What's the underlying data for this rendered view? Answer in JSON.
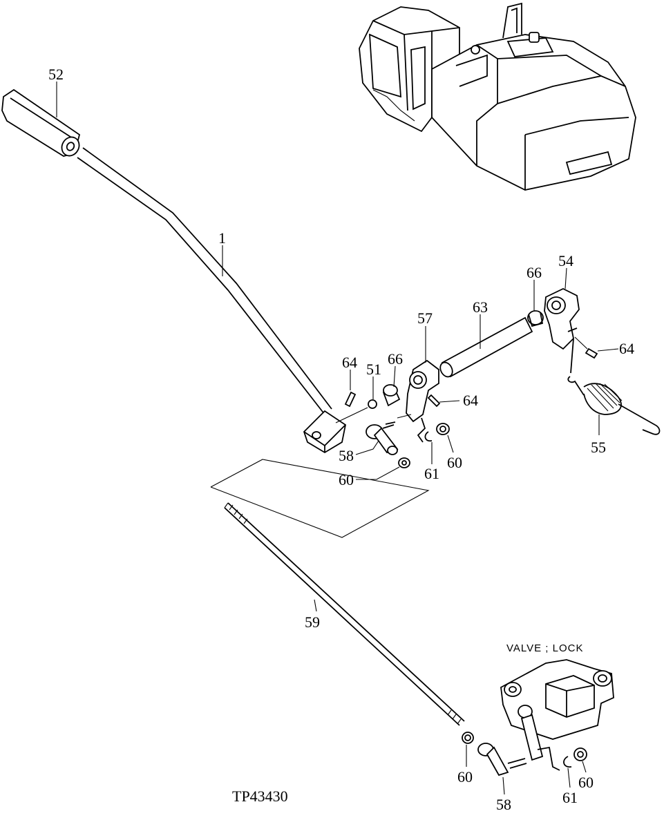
{
  "caption": "VALVE ; LOCK",
  "drawing_code": "TP43430",
  "callouts": {
    "c52": "52",
    "c1": "1",
    "c54": "54",
    "c66a": "66",
    "c63": "63",
    "c57": "57",
    "c64a": "64",
    "c64b": "64",
    "c51": "51",
    "c66b": "66",
    "c64c": "64",
    "c55": "55",
    "c58a": "58",
    "c61a": "61",
    "c60a": "60",
    "c60b": "60",
    "c59": "59",
    "c60c": "60",
    "c58b": "58",
    "c61b": "61",
    "c60d": "60"
  }
}
